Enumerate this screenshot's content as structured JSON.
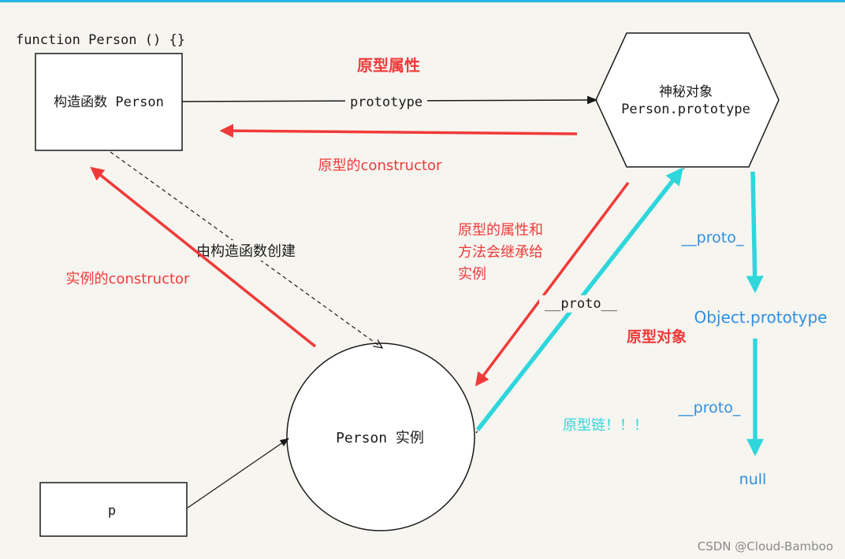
{
  "code_header": "function Person () {}",
  "nodes": {
    "constructor_box": "构造函数 Person",
    "prototype_object_line1": "神秘对象",
    "prototype_object_line2": "Person.prototype",
    "instance": "Person 实例",
    "variable_p": "p",
    "object_prototype": "Object.prototype",
    "null": "null"
  },
  "edges": {
    "prototype": "prototype",
    "proto_instance": "__proto__",
    "proto_prototype": "__proto_",
    "proto_object": "__proto_",
    "created_by_constructor": "由构造函数创建"
  },
  "annotations": {
    "prototype_property": "原型属性",
    "prototype_constructor": "原型的constructor",
    "instance_constructor": "实例的constructor",
    "inherit_line1": "原型的属性和",
    "inherit_line2": "方法会继承给",
    "inherit_line3": "实例",
    "prototype_object": "原型对象",
    "prototype_chain": "原型链！！！"
  },
  "watermark": "CSDN @Cloud-Bamboo",
  "colors": {
    "red": "#f03a3a",
    "cyan": "#2fd6dc",
    "blue": "#2f8fe0",
    "black": "#1a1a1a",
    "background": "#f7f5f0"
  }
}
